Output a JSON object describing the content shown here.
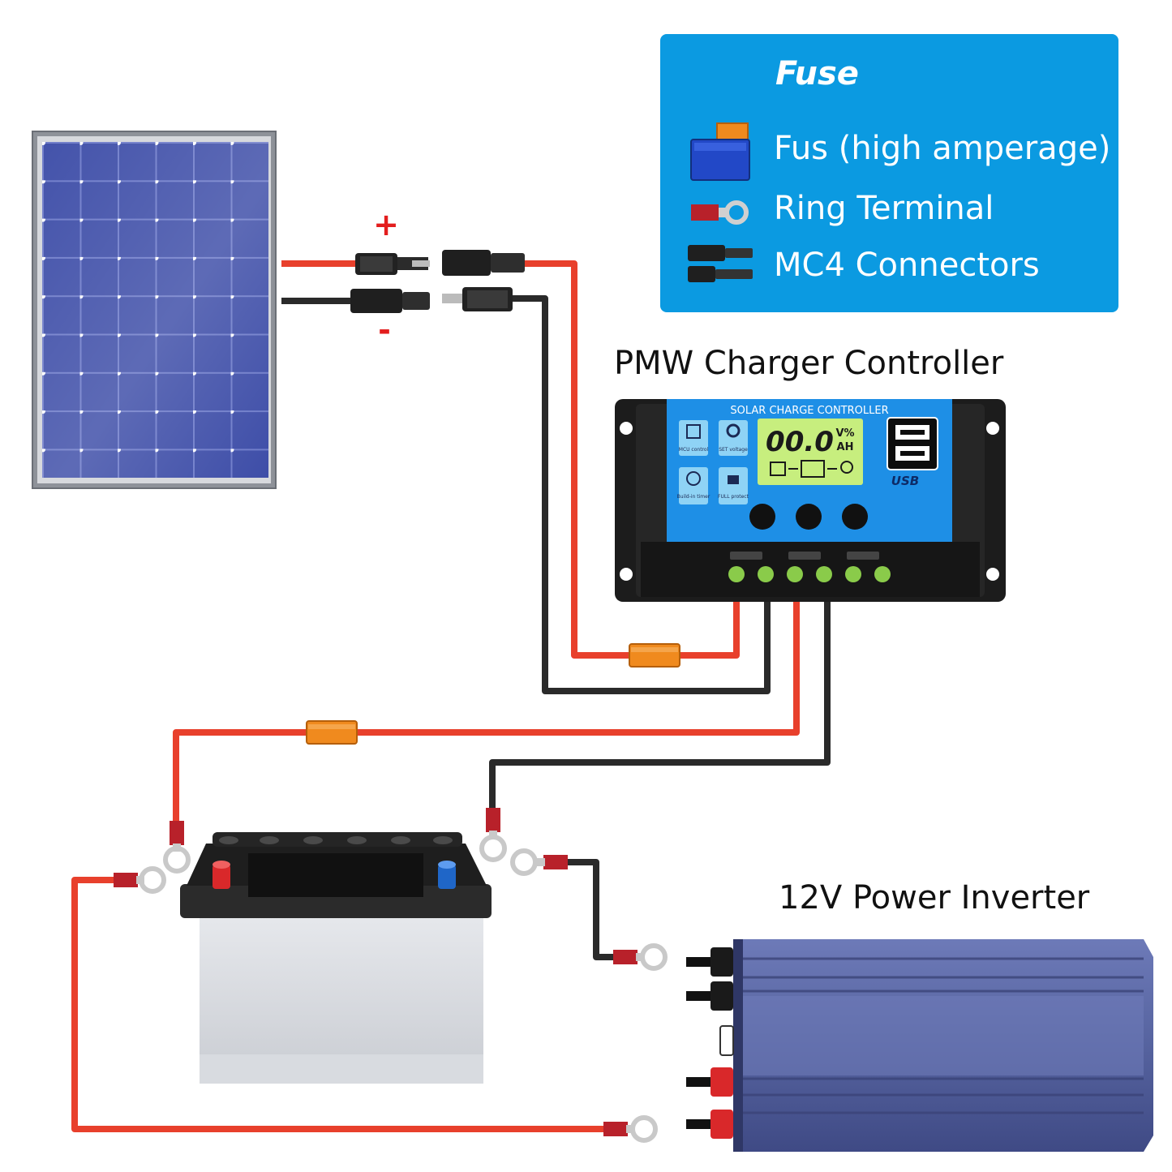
{
  "legend": {
    "title": "Fuse",
    "items": [
      {
        "label": "Fus (high amperage)",
        "icon": "fuse-icon"
      },
      {
        "label": "Ring Terminal",
        "icon": "ring-terminal-icon"
      },
      {
        "label": "MC4 Connectors",
        "icon": "mc4-connector-icon"
      }
    ]
  },
  "labels": {
    "controller": "PMW Charger Controller",
    "inverter": "12V Power Inverter",
    "positive": "+",
    "negative": "-"
  },
  "controller": {
    "panel_title": "SOLAR CHARGE CONTROLLER",
    "display_value": "00.0",
    "display_unit_top": "V%",
    "display_unit_bottom": "AH",
    "feature_1_label": "MCU control",
    "feature_2_label": "SET voltage",
    "feature_3_label": "Build-in timer",
    "feature_4_label": "FULL protect",
    "usb_label": "USB"
  },
  "colors": {
    "wire_positive": "#e8402c",
    "wire_negative": "#2a2a2a",
    "fuse": "#f08a1e",
    "legend_bg": "#0b9ae1",
    "panel_cell": "#3b4aa8",
    "controller_face": "#1e8fe6",
    "inverter_body": "#5866a6"
  }
}
